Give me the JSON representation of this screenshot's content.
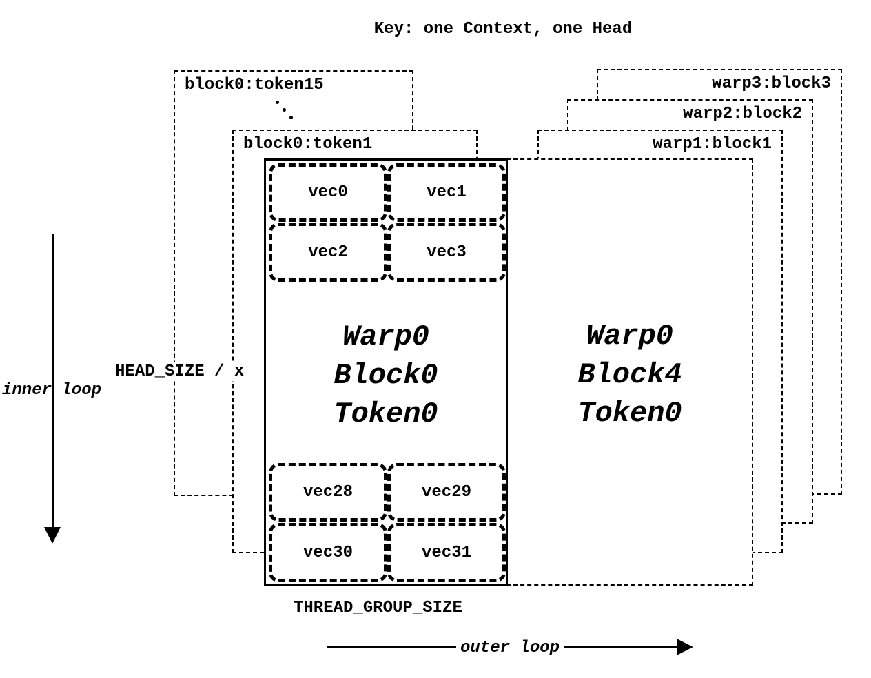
{
  "title": "Key: one Context, one Head",
  "left_stack": {
    "back_box_label": "block0:token15",
    "ellipsis": "...",
    "mid_box_label": "block0:token1",
    "main_box": {
      "line1": "Warp0",
      "line2": "Block0",
      "line3": "Token0"
    }
  },
  "right_stack": {
    "box1_label": "warp1:block1",
    "box2_label": "warp2:block2",
    "box3_label": "warp3:block3",
    "main_box": {
      "line1": "Warp0",
      "line2": "Block4",
      "line3": "Token0"
    }
  },
  "vecs": {
    "top": [
      "vec0",
      "vec1",
      "vec2",
      "vec3"
    ],
    "bottom": [
      "vec28",
      "vec29",
      "vec30",
      "vec31"
    ]
  },
  "annotations": {
    "head_size": "HEAD_SIZE / x",
    "thread_group_size": "THREAD_GROUP_SIZE",
    "inner_loop": "inner loop",
    "outer_loop": "outer loop"
  }
}
